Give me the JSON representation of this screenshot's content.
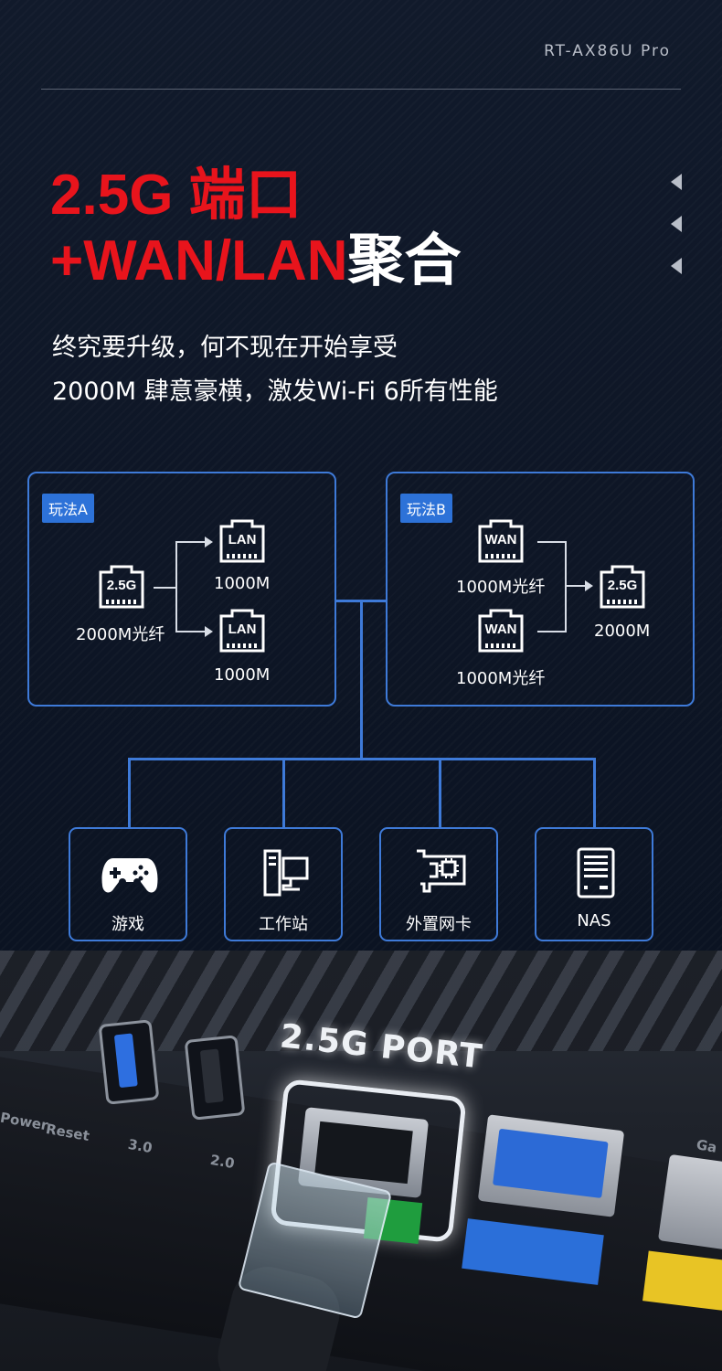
{
  "header": {
    "model": "RT-AX86U Pro"
  },
  "title": {
    "line1": "2.5G 端口",
    "line2_red": "+WAN/LAN",
    "line2_white": "聚合"
  },
  "subtitle": {
    "line1": "终究要升级，何不现在开始享受",
    "line2": "2000M 肆意豪横，激发Wi-Fi 6所有性能"
  },
  "colors": {
    "accent_red": "#e8141c",
    "accent_blue": "#3e7ad8",
    "tag_blue": "#2d72d8"
  },
  "mode_a": {
    "tag": "玩法A",
    "source_port": "2.5G",
    "source_label": "2000M光纤",
    "out_port_1": "LAN",
    "out_label_1": "1000M",
    "out_port_2": "LAN",
    "out_label_2": "1000M"
  },
  "mode_b": {
    "tag": "玩法B",
    "in_port_1": "WAN",
    "in_label_1": "1000M光纤",
    "in_port_2": "WAN",
    "in_label_2": "1000M光纤",
    "target_port": "2.5G",
    "target_label": "2000M"
  },
  "devices": [
    {
      "label": "游戏",
      "icon": "gamepad-icon"
    },
    {
      "label": "工作站",
      "icon": "workstation-icon"
    },
    {
      "label": "外置网卡",
      "icon": "network-card-icon"
    },
    {
      "label": "NAS",
      "icon": "nas-icon"
    }
  ],
  "photo": {
    "port_label": "2.5G PORT",
    "silkscreen": [
      "Power",
      "Reset",
      "3.0",
      "2.0",
      "Ga"
    ]
  }
}
